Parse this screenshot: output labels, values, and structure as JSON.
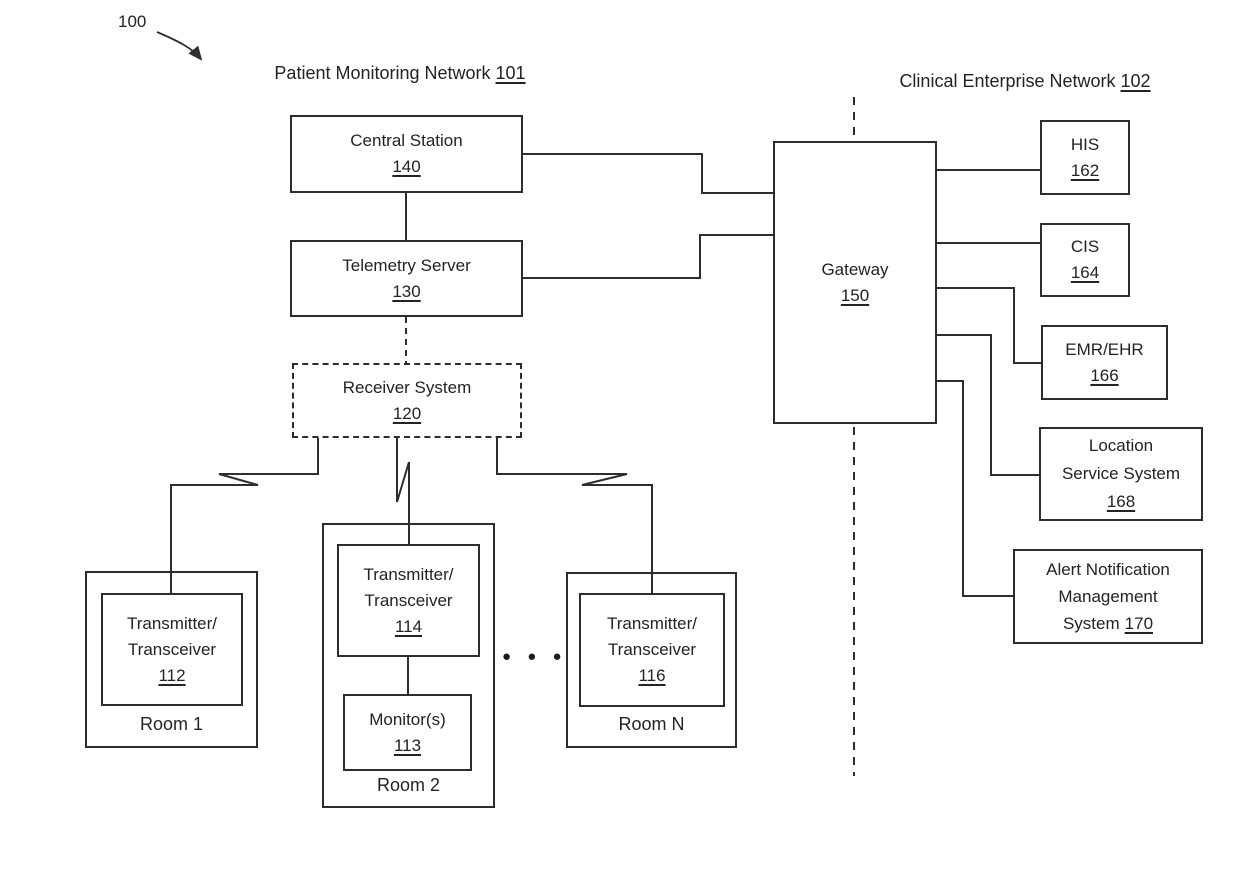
{
  "figure": {
    "ref_label": "100"
  },
  "networks": {
    "patient": {
      "title": "Patient Monitoring Network",
      "ref": "101"
    },
    "clinical": {
      "title": "Clinical Enterprise Network",
      "ref": "102"
    }
  },
  "nodes": {
    "central_station": {
      "label": "Central Station",
      "ref": "140"
    },
    "telemetry_server": {
      "label": "Telemetry Server",
      "ref": "130"
    },
    "receiver_system": {
      "label": "Receiver System",
      "ref": "120"
    },
    "transmitter_112": {
      "line1": "Transmitter/",
      "line2": "Transceiver",
      "ref": "112"
    },
    "transmitter_114": {
      "line1": "Transmitter/",
      "line2": "Transceiver",
      "ref": "114"
    },
    "transmitter_116": {
      "line1": "Transmitter/",
      "line2": "Transceiver",
      "ref": "116"
    },
    "monitors": {
      "label": "Monitor(s)",
      "ref": "113"
    },
    "gateway": {
      "label": "Gateway",
      "ref": "150"
    },
    "his": {
      "label": "HIS",
      "ref": "162"
    },
    "cis": {
      "label": "CIS",
      "ref": "164"
    },
    "emr": {
      "label": "EMR/EHR",
      "ref": "166"
    },
    "location_service": {
      "line1": "Location",
      "line2": "Service System",
      "ref": "168"
    },
    "alert_notification": {
      "line1": "Alert Notification",
      "line2": "Management",
      "line3": "System",
      "ref": "170"
    }
  },
  "rooms": {
    "room1": "Room 1",
    "room2": "Room 2",
    "roomN": "Room N"
  },
  "ellipsis": "● ● ●",
  "colors": {
    "line": "#2e2e2e",
    "text": "#232323",
    "background": "#ffffff"
  }
}
